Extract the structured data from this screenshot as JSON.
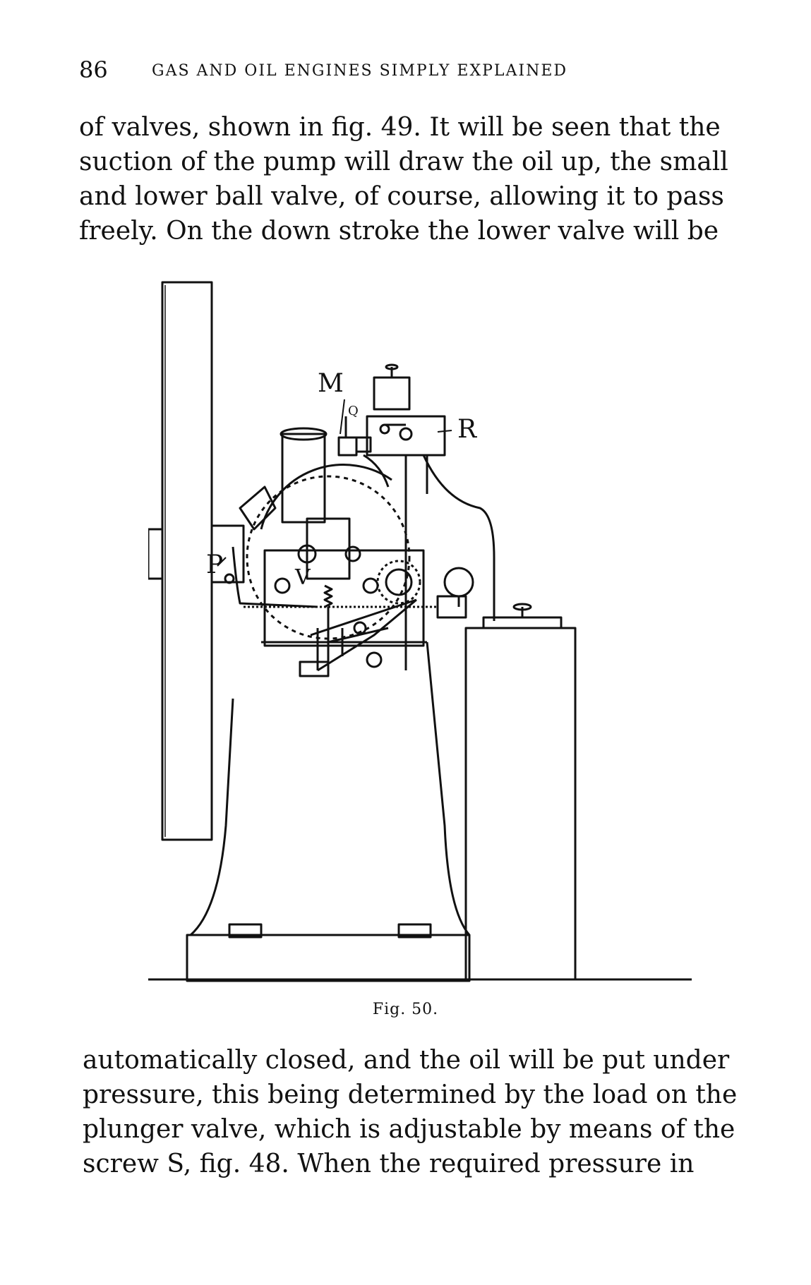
{
  "header": {
    "page_number": "86",
    "running_title": "GAS AND OIL ENGINES SIMPLY EXPLAINED"
  },
  "paragraph_top": {
    "lines": [
      "of valves, shown in fig. 49.  It will be seen that the",
      "suction of the pump will draw the oil up, the small",
      "and lower ball valve, of course, allowing it to pass",
      "freely.  On the down stroke the lower valve will be"
    ]
  },
  "figure": {
    "labels": {
      "M": "M",
      "Q": "Q",
      "R": "R",
      "P": "P",
      "V": "V"
    },
    "caption": "Fig. 50."
  },
  "paragraph_bottom": {
    "lines": [
      "automatically closed, and the oil will be put under",
      "pressure, this being determined by the load on the",
      "plunger valve, which is adjustable by means of the",
      "screw S, fig. 48.  When the required pressure in"
    ]
  }
}
